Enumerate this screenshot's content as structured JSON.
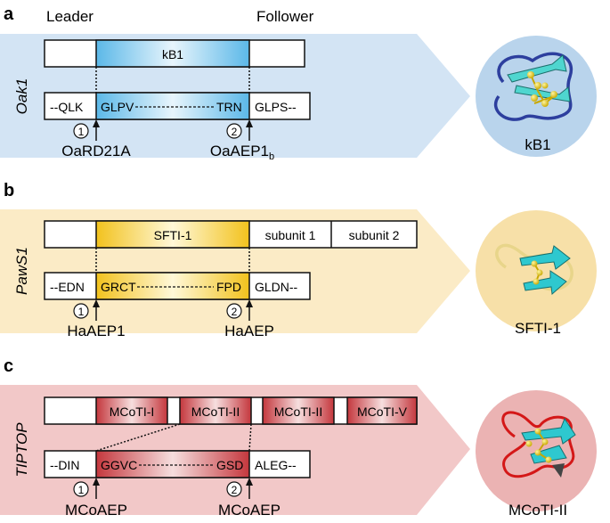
{
  "header": {
    "leader": "Leader",
    "follower": "Follower"
  },
  "panels": [
    {
      "letter": "a",
      "gene": "Oak1",
      "top_domain": "kB1",
      "extra_domains": [],
      "seq_left": "--QLK",
      "seq_mid_start": "GLPV",
      "seq_mid_end": "TRN",
      "seq_right": "GLPS--",
      "step1": "1",
      "step2": "2",
      "enzyme1": "OaRD21A",
      "enzyme2": "OaAEP1",
      "enzyme2_sub": "b",
      "structure_label": "kB1",
      "colors": {
        "background": "#d3e4f4",
        "circle": "#b9d4ec",
        "accent": "#5bb8e8",
        "accent_light": "#e8f5fc",
        "ribbon": "#2d3f9e",
        "sheet": "#4fd6cf"
      }
    },
    {
      "letter": "b",
      "gene": "PawS1",
      "top_domain": "SFTI-1",
      "extra_domains": [
        "subunit 1",
        "subunit 2"
      ],
      "seq_left": "--EDN",
      "seq_mid_start": "GRCT",
      "seq_mid_end": "FPD",
      "seq_right": "GLDN--",
      "step1": "1",
      "step2": "2",
      "enzyme1": "HaAEP1",
      "enzyme2": "HaAEP",
      "enzyme2_sub": "",
      "structure_label": "SFTI-1",
      "colors": {
        "background": "#fbebc6",
        "circle": "#f7e0a8",
        "accent": "#f2c21d",
        "accent_light": "#fff8d8",
        "ribbon": "#e8d58a",
        "sheet": "#2ec8cf"
      }
    },
    {
      "letter": "c",
      "gene": "TIPTOP",
      "top_domain": "MCoTI-I",
      "extra_domains": [
        "MCoTI-II",
        "MCoTI-II",
        "MCoTI-V"
      ],
      "seq_left": "--DIN",
      "seq_mid_start": "GGVC",
      "seq_mid_end": "GSD",
      "seq_right": "ALEG--",
      "step1": "1",
      "step2": "2",
      "enzyme1": "MCoAEP",
      "enzyme2": "MCoAEP",
      "enzyme2_sub": "",
      "structure_label": "MCoTI-II",
      "colors": {
        "background": "#f2c8c8",
        "circle": "#ebb3b3",
        "accent": "#c4373d",
        "accent_light": "#f6dede",
        "ribbon": "#d41818",
        "sheet": "#2ec8cf"
      }
    }
  ]
}
